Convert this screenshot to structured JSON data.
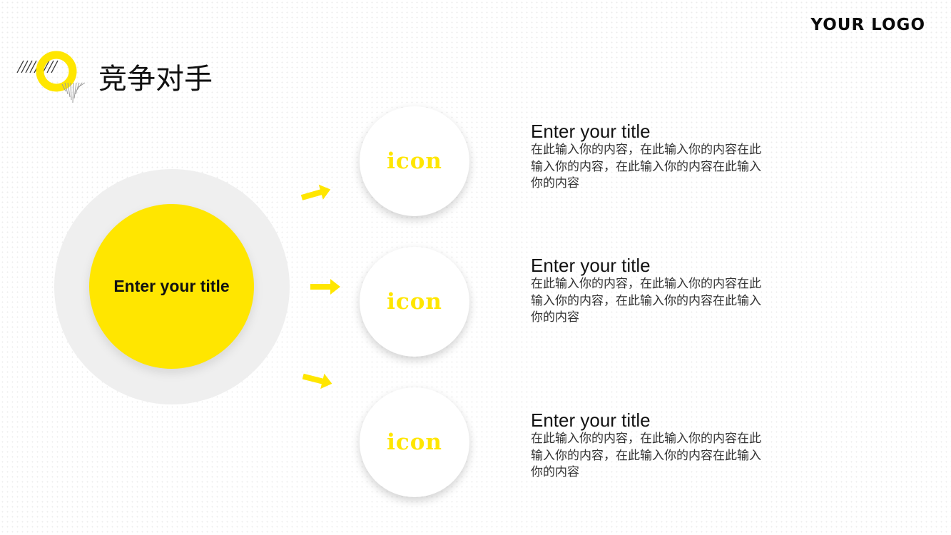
{
  "logo": "YOUR LOGO",
  "page_title": "竞争对手",
  "center": {
    "title": "Enter your title"
  },
  "colors": {
    "accent": "#ffe600",
    "ring": "#efefef",
    "text": "#111111"
  },
  "items": [
    {
      "icon_label": "icon",
      "title": "Enter your title",
      "body": "在此输入你的内容，在此输入你的内容在此输入你的内容，在此输入你的内容在此输入你的内容"
    },
    {
      "icon_label": "icon",
      "title": "Enter your title",
      "body": "在此输入你的内容，在此输入你的内容在此输入你的内容，在此输入你的内容在此输入你的内容"
    },
    {
      "icon_label": "icon",
      "title": "Enter your title",
      "body": "在此输入你的内容，在此输入你的内容在此输入你的内容，在此输入你的内容在此输入你的内容"
    }
  ]
}
